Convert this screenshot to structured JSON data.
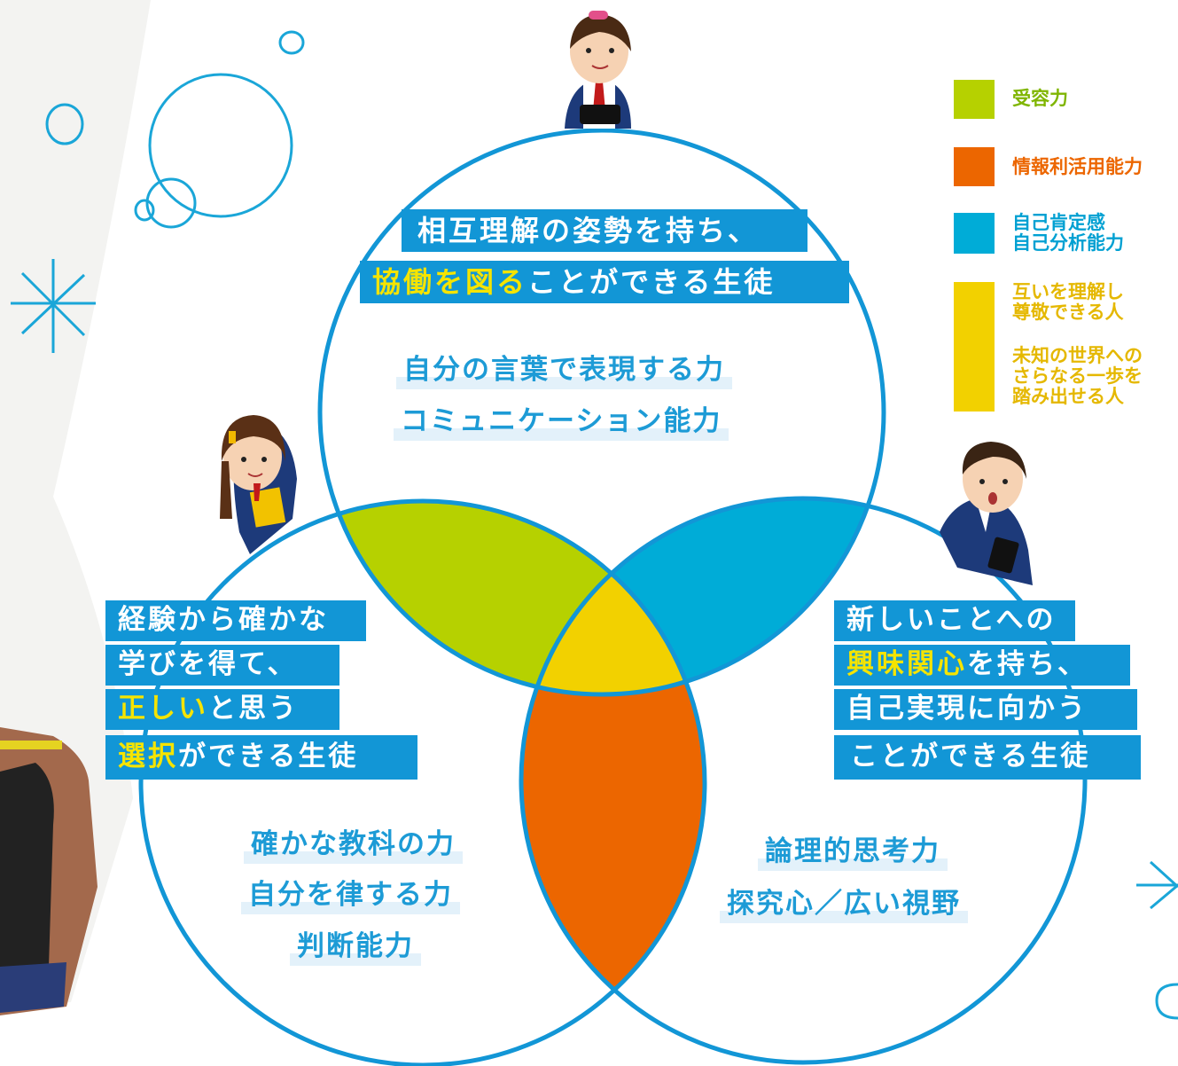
{
  "legend": [
    {
      "label": "受容力",
      "color": "#b6d100"
    },
    {
      "label": "情報利活用能力",
      "color": "#ec6600"
    },
    {
      "label_lines": [
        "自己肯定感",
        "自己分析能力"
      ],
      "color": "#00acd7"
    },
    {
      "label_lines": [
        "互いを理解し",
        "尊敬できる人"
      ],
      "label_lines2": [
        "未知の世界への",
        "さらなる一歩を",
        "踏み出せる人"
      ],
      "color": "#f2d100"
    }
  ],
  "top": {
    "box_line1": "相互理解の姿勢を持ち、",
    "box_line2_hl": "協働を図る",
    "box_line2_rest": "ことができる生徒",
    "skill1": "自分の言葉で表現する力",
    "skill2": "コミュニケーション能力"
  },
  "left": {
    "line1": "経験から確かな",
    "line2": "学びを得て、",
    "line3_hl": "正しい",
    "line3_rest": "と思う",
    "line4_hl": "選択",
    "line4_rest": "ができる生徒",
    "skill1": "確かな教科の力",
    "skill2": "自分を律する力",
    "skill3": "判断能力"
  },
  "right": {
    "line1": "新しいことへの",
    "line2_hl": "興味関心",
    "line2_rest": "を持ち、",
    "line3": "自己実現に向かう",
    "line4": "ことができる生徒",
    "skill1": "論理的思考力",
    "skill2": "探究心／広い視野"
  },
  "colors": {
    "circle_stroke": "#1296d6",
    "doodle": "#1aa6d8"
  }
}
